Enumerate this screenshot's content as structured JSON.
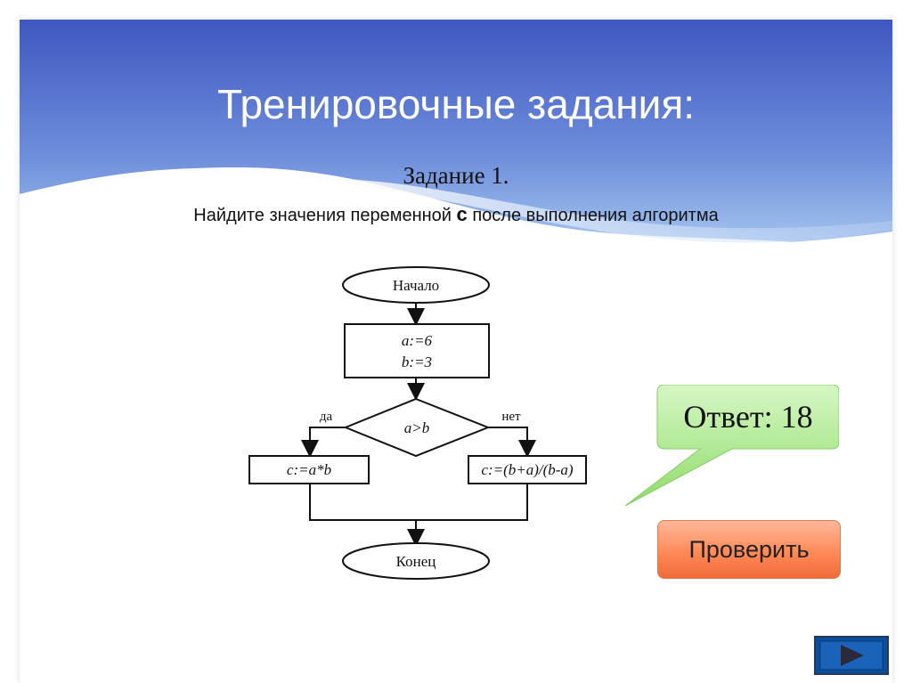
{
  "slide": {
    "title": "Тренировочные задания:",
    "task_title": "Задание 1.",
    "task_text_before": "Найдите значения переменной ",
    "task_variable": "с",
    "task_text_after": " после выполнения алгоритма"
  },
  "flowchart": {
    "start": "Начало",
    "assign_a": "a:=6",
    "assign_b": "b:=3",
    "condition": "a>b",
    "yes_label": "да",
    "no_label": "нет",
    "yes_action": "c:=a*b",
    "no_action": "c:=(b+a)/(b-a)",
    "end": "Конец"
  },
  "answer": {
    "text": "Ответ: 18"
  },
  "check_button": {
    "label": "Проверить"
  },
  "navigation": {
    "next_icon": "play-triangle-icon"
  },
  "colors": {
    "header_blue": "#4a66c4",
    "answer_green": "#9ae27a",
    "check_orange": "#ff8a58",
    "nav_blue": "#0b4f9c"
  }
}
